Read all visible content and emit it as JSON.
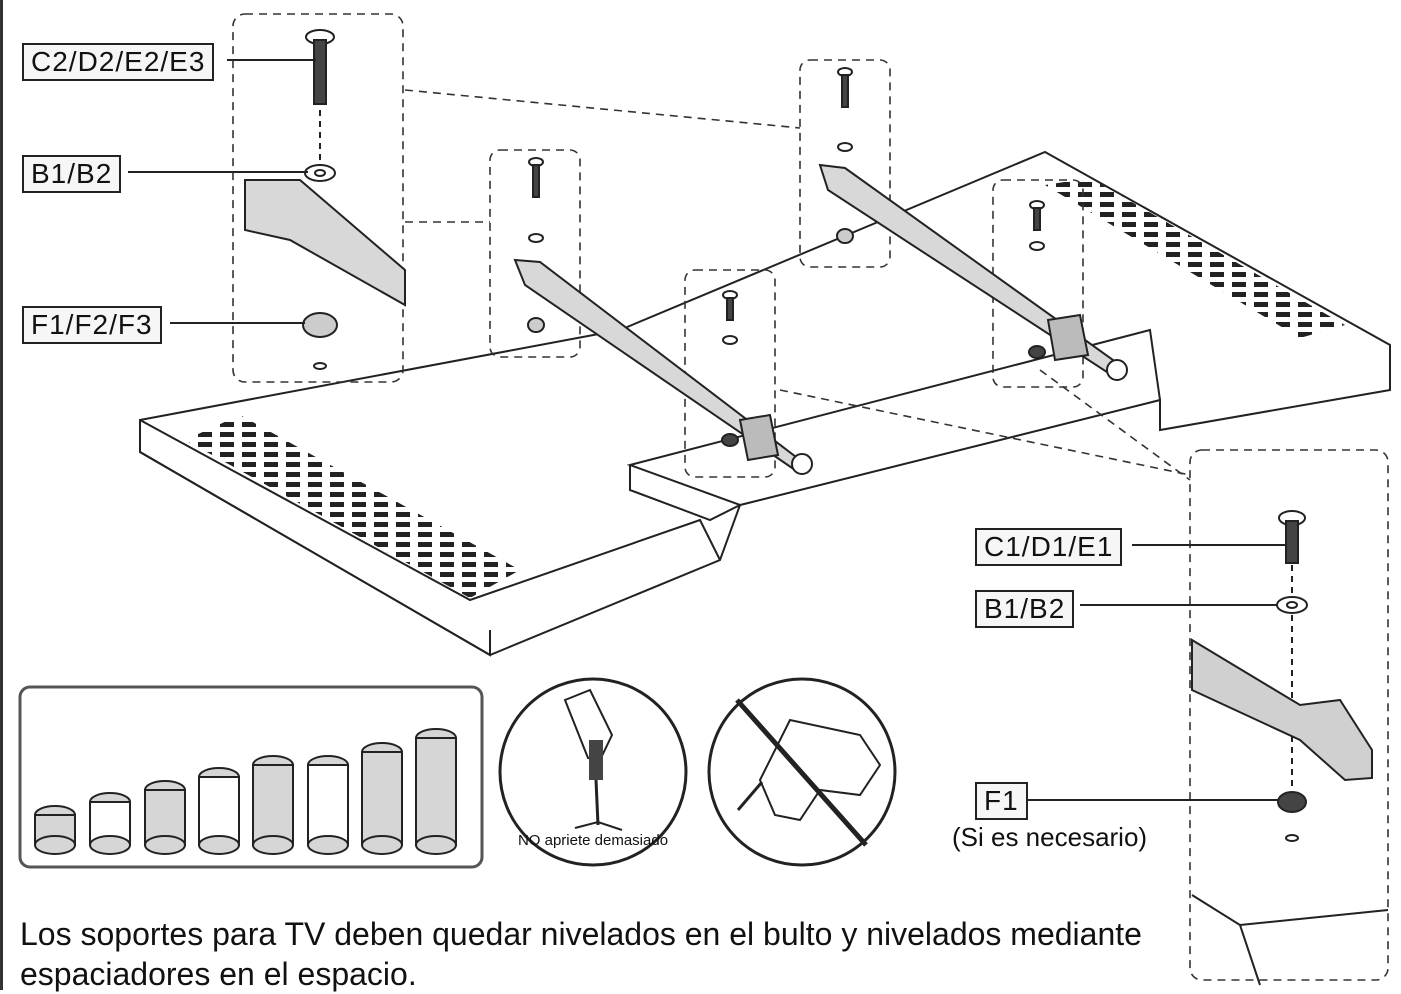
{
  "labels": {
    "screw_top": "C2/D2/E2/E3",
    "washer_top": "B1/B2",
    "spacer_top": "F1/F2/F3",
    "screw_right": "C1/D1/E1",
    "washer_right": "B1/B2",
    "spacer_right": "F1",
    "spacer_right_note": "(Si es necesario)"
  },
  "warning_text": "NO apriete demasiado",
  "caption": "Los soportes para TV deben quedar nivelados en el bulto y nivelados mediante espaciadores en el espacio.",
  "colors": {
    "line": "#222222",
    "fill": "#ffffff",
    "shade": "#cfcfcf",
    "label_bg": "#f6f6f6"
  },
  "icons": [
    "screwdriver-icon",
    "power-drill-prohibited-icon"
  ]
}
